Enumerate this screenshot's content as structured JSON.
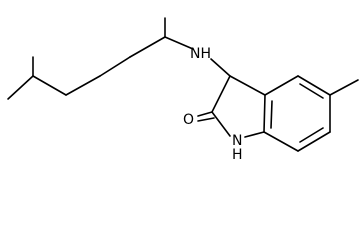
{
  "molecule": {
    "atoms": {
      "nh_amine": "NH",
      "o_carbonyl": "O",
      "nh_lactam": "N",
      "nh_lactam_h": "H"
    }
  }
}
